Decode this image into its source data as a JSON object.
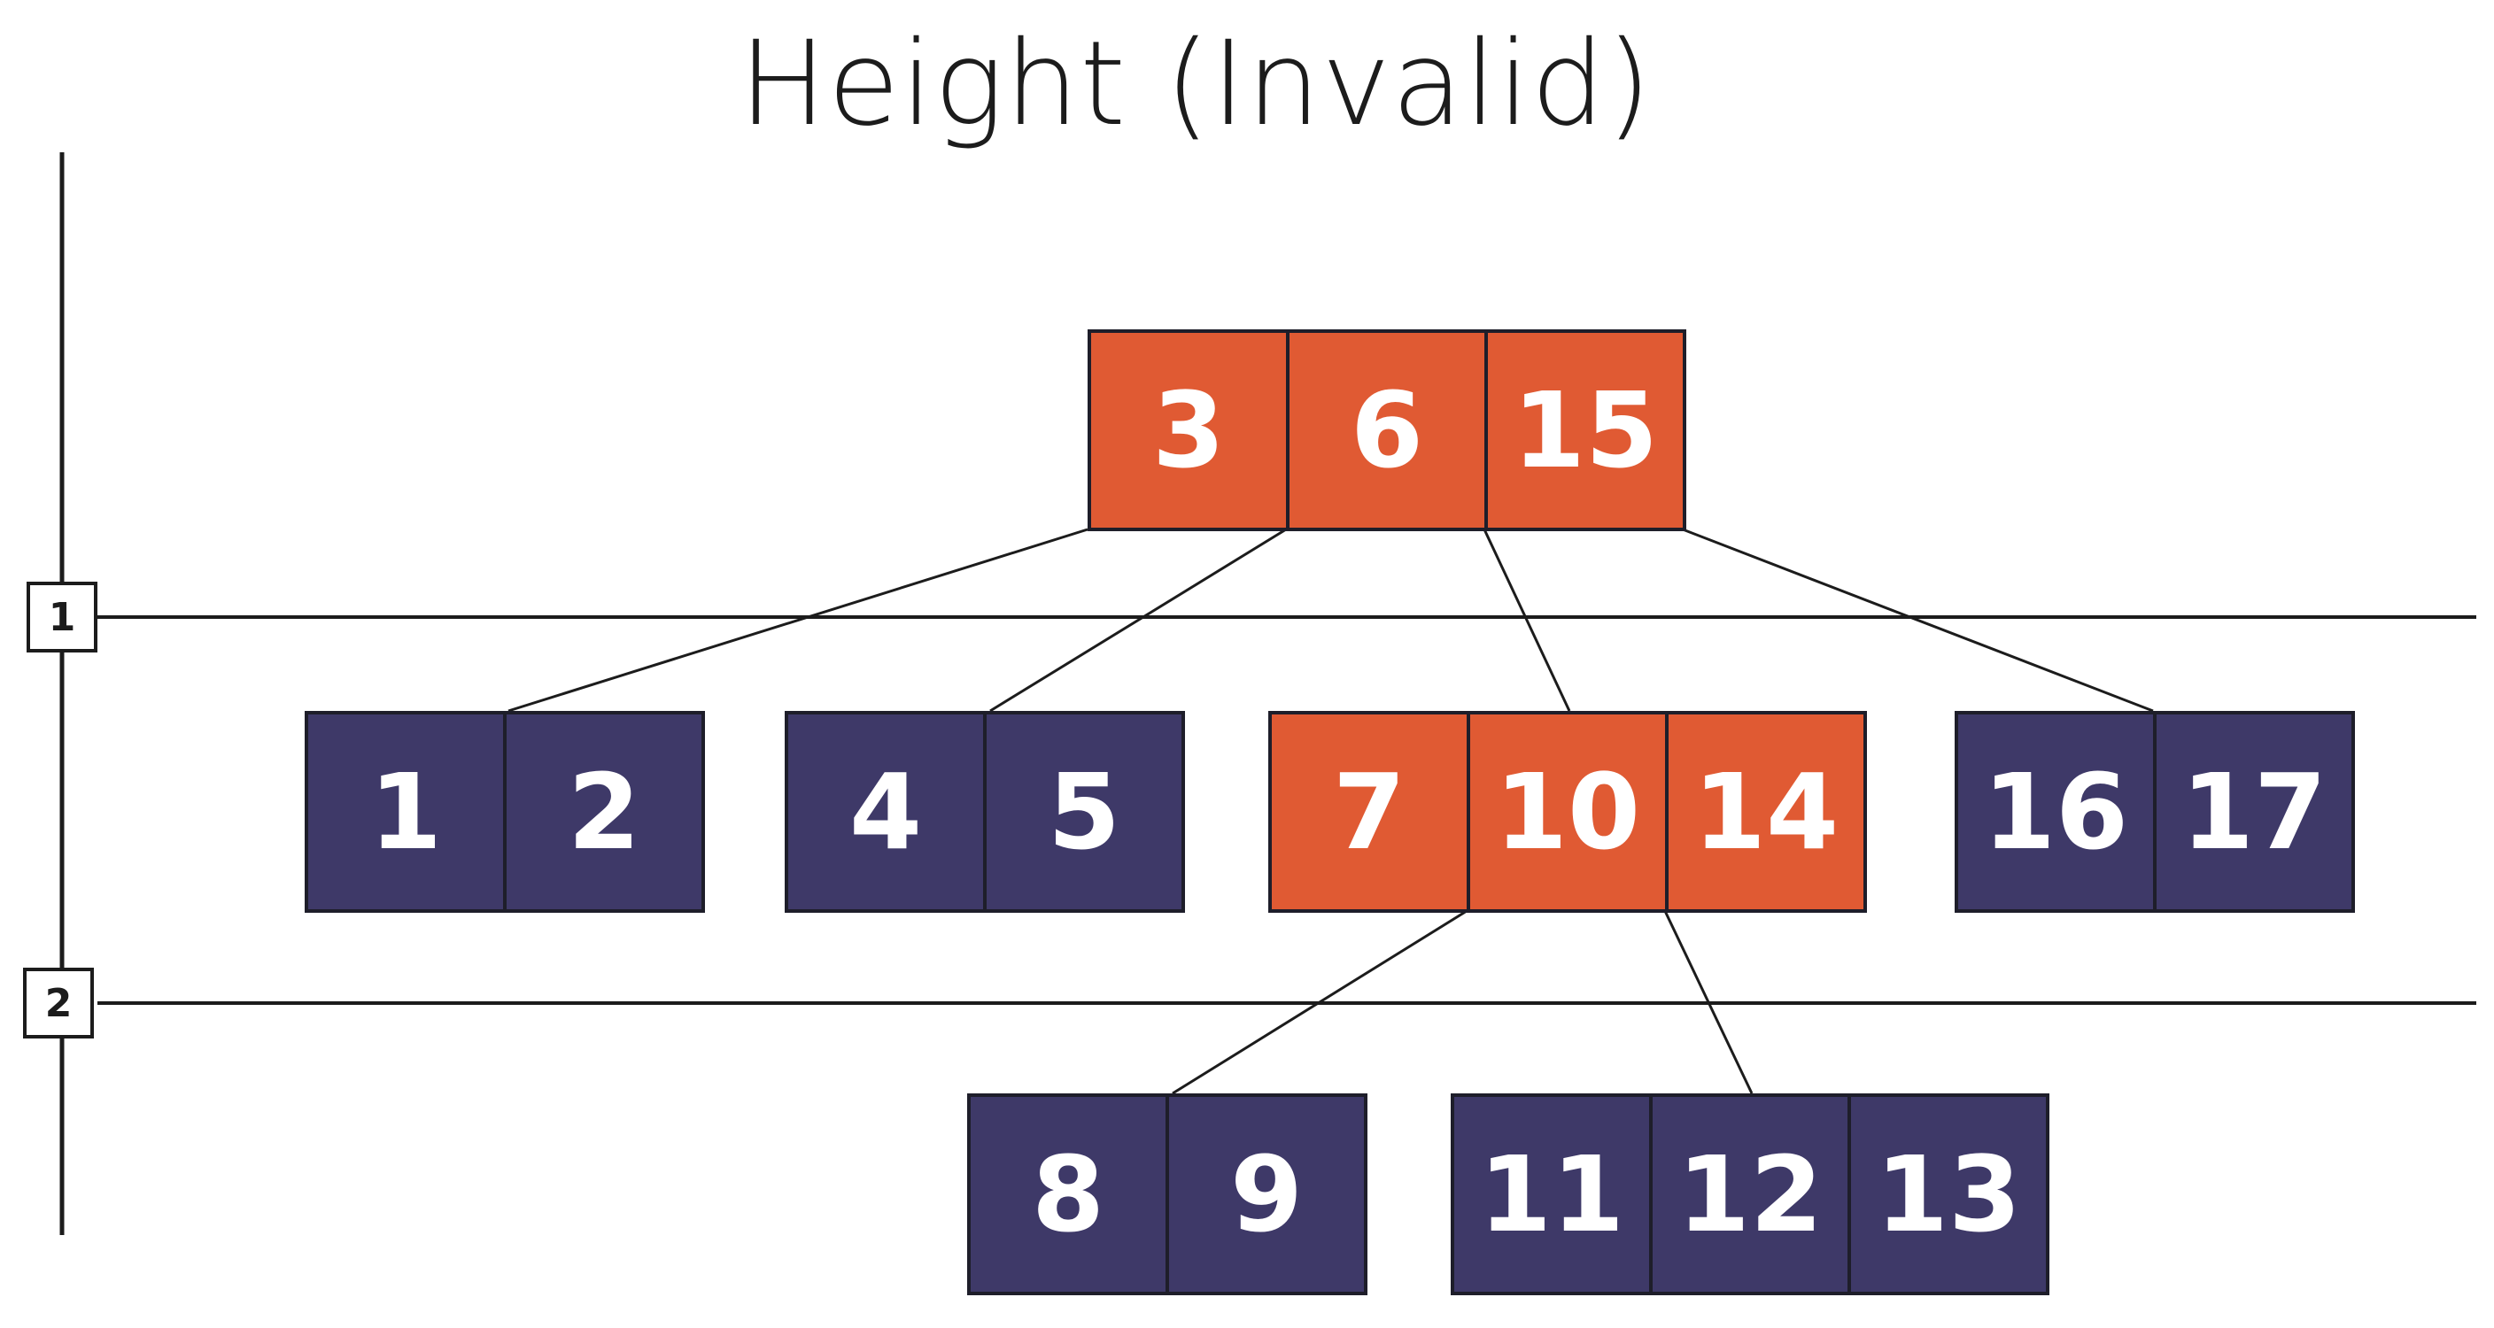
{
  "title": "Height (Invalid)",
  "levels": [
    {
      "label": "1"
    },
    {
      "label": "2"
    }
  ],
  "colors": {
    "highlight": "#e05a33",
    "normal": "#3e3968",
    "line": "#1c1c1c"
  },
  "nodes": [
    {
      "id": "root",
      "keys": [
        "3",
        "6",
        "15"
      ],
      "color": "highlight"
    },
    {
      "id": "n-1-2",
      "keys": [
        "1",
        "2"
      ],
      "color": "normal"
    },
    {
      "id": "n-4-5",
      "keys": [
        "4",
        "5"
      ],
      "color": "normal"
    },
    {
      "id": "n-7-10-14",
      "keys": [
        "7",
        "10",
        "14"
      ],
      "color": "highlight"
    },
    {
      "id": "n-16-17",
      "keys": [
        "16",
        "17"
      ],
      "color": "normal"
    },
    {
      "id": "n-8-9",
      "keys": [
        "8",
        "9"
      ],
      "color": "normal"
    },
    {
      "id": "n-11-12-13",
      "keys": [
        "11",
        "12",
        "13"
      ],
      "color": "normal"
    }
  ],
  "edges": [
    {
      "from": "root",
      "to": "n-1-2"
    },
    {
      "from": "root",
      "to": "n-4-5"
    },
    {
      "from": "root",
      "to": "n-7-10-14"
    },
    {
      "from": "root",
      "to": "n-16-17"
    },
    {
      "from": "n-7-10-14",
      "to": "n-8-9"
    },
    {
      "from": "n-7-10-14",
      "to": "n-11-12-13"
    }
  ]
}
